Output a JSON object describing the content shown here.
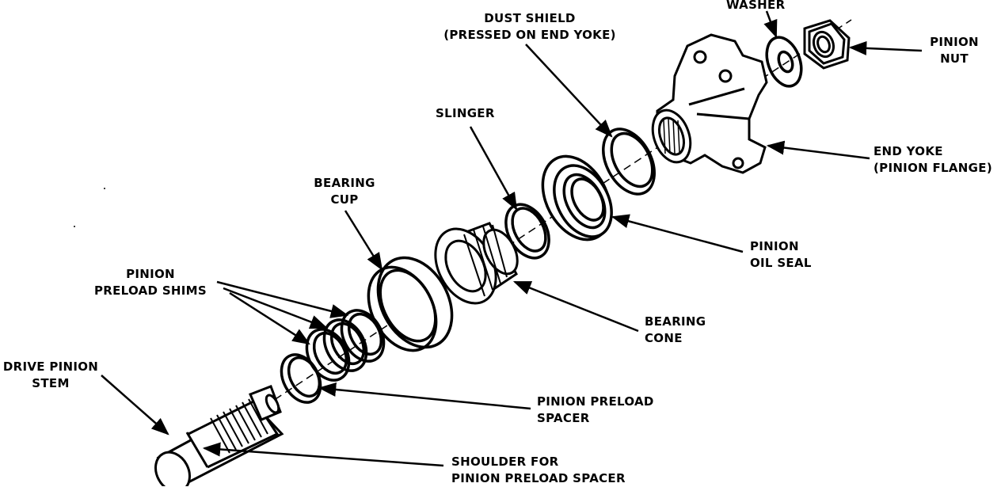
{
  "labels": {
    "washer": "WASHER",
    "dust_shield_1": "DUST SHIELD",
    "dust_shield_2": "(PRESSED ON END YOKE)",
    "pinion_nut_1": "PINION",
    "pinion_nut_2": "NUT",
    "slinger": "SLINGER",
    "end_yoke_1": "END YOKE",
    "end_yoke_2": "(PINION FLANGE)",
    "bearing_cup_1": "BEARING",
    "bearing_cup_2": "CUP",
    "pinion_oil_seal_1": "PINION",
    "pinion_oil_seal_2": "OIL SEAL",
    "pinion_preload_shims_1": "PINION",
    "pinion_preload_shims_2": "PRELOAD SHIMS",
    "bearing_cone_1": "BEARING",
    "bearing_cone_2": "CONE",
    "drive_pinion_stem_1": "DRIVE PINION",
    "drive_pinion_stem_2": "STEM",
    "pinion_preload_spacer_1": "PINION PRELOAD",
    "pinion_preload_spacer_2": "SPACER",
    "shoulder_1": "SHOULDER FOR",
    "shoulder_2": "PINION PRELOAD SPACER"
  },
  "colors": {
    "ink": "#000000",
    "paper": "#ffffff"
  }
}
